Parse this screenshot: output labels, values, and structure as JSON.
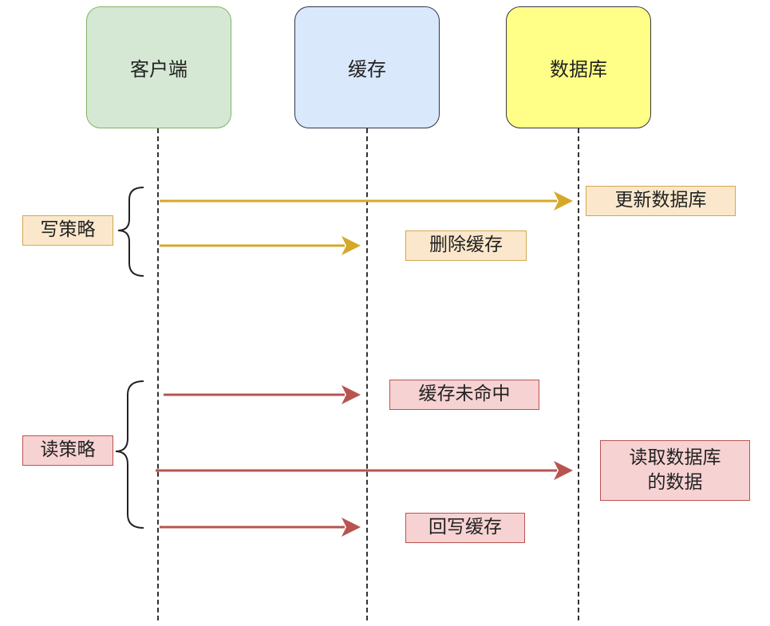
{
  "actors": {
    "client": {
      "label": "客户端",
      "fill": "#d5e8d4",
      "stroke": "#82b366"
    },
    "cache": {
      "label": "缓存",
      "fill": "#dae8fc",
      "stroke": "#2d3748"
    },
    "database": {
      "label": "数据库",
      "fill": "#ffff88",
      "stroke": "#36393d"
    }
  },
  "write_strategy": {
    "group_label": "写策略",
    "arrow_color": "#d6a82a",
    "steps": {
      "update_db": "更新数据库",
      "delete_cache": "删除缓存"
    }
  },
  "read_strategy": {
    "group_label": "读策略",
    "arrow_color": "#b85450",
    "steps": {
      "cache_miss": "缓存未命中",
      "read_db_line1": "读取数据库",
      "read_db_line2": "的数据",
      "write_back": "回写缓存"
    }
  }
}
